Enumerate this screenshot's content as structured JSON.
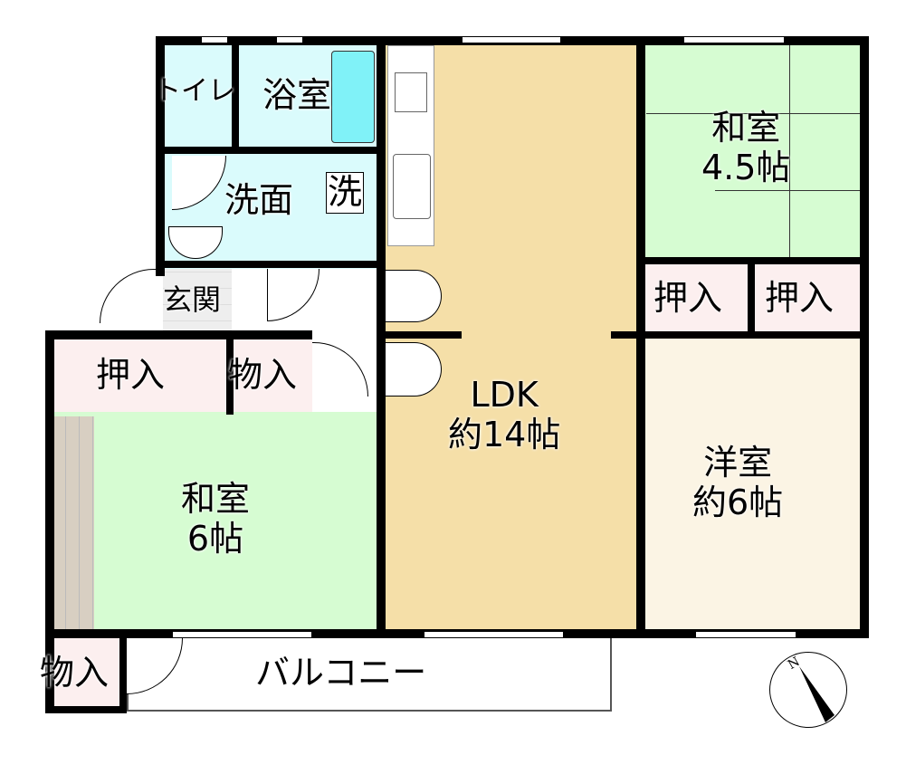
{
  "rooms": {
    "toilet": "トイレ",
    "bath": "浴室",
    "washroom": "洗面",
    "washer": "洗",
    "entrance": "玄関",
    "closet_left": "押入",
    "storage_hall": "物入",
    "washitsu6_name": "和室",
    "washitsu6_size": "6帖",
    "ldk_name": "LDK",
    "ldk_size": "約14帖",
    "washitsu45_name": "和室",
    "washitsu45_size": "4.5帖",
    "closet_r1": "押入",
    "closet_r2": "押入",
    "youshitsu_name": "洋室",
    "youshitsu_size": "約6帖",
    "storage_balcony": "物入",
    "balcony": "バルコニー"
  },
  "compass": {
    "label": "N"
  },
  "colors": {
    "ldk": "#f5dfa8",
    "washitsu": "#d6fcd2",
    "youshitsu": "#fbf4e4",
    "water": "#dafbfc",
    "closet": "#fcefef",
    "tub": "#80f2f8"
  }
}
